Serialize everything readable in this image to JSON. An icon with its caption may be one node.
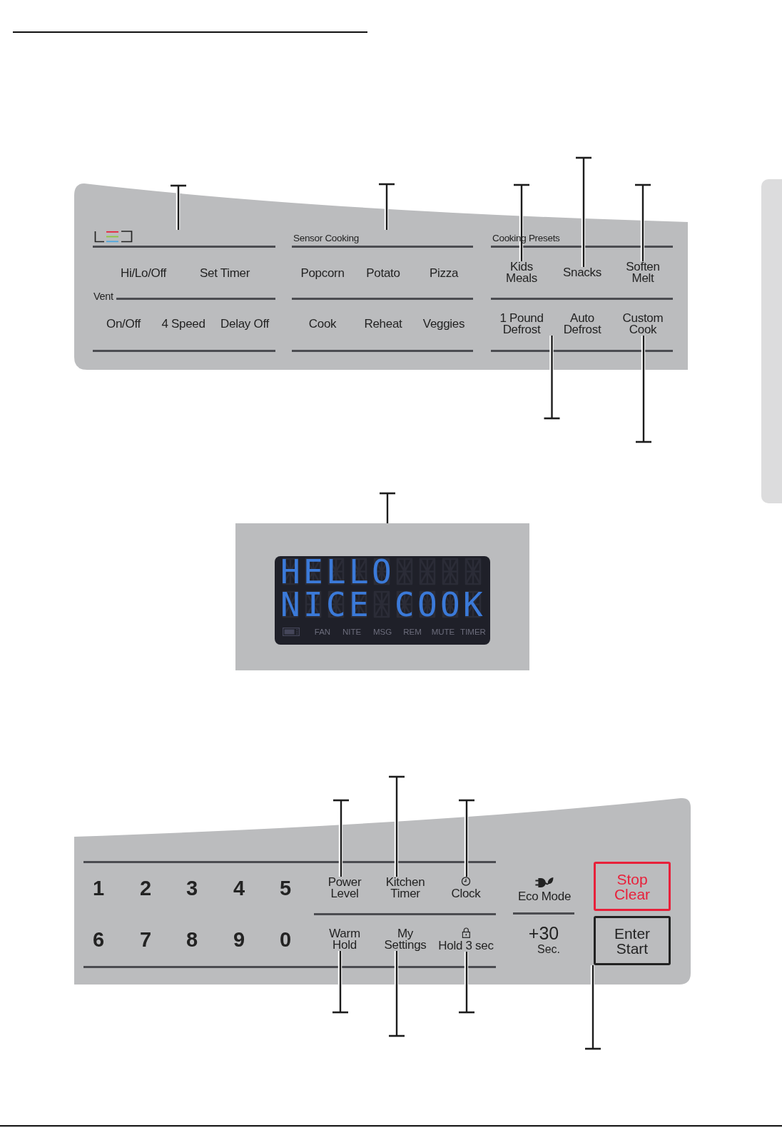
{
  "diagram": {
    "nodes": [
      {
        "text": [],
        "shape": "box"
      },
      {
        "text": [],
        "shape": "band",
        "in": 0
      },
      {
        "text": [
          "Hi/Lo/Off"
        ],
        "in": 1
      },
      {
        "text": [
          "Set Timer"
        ],
        "in": 1
      },
      {
        "text": [
          "On/Off"
        ],
        "in": 1
      },
      {
        "text": [
          "4 Speed"
        ],
        "in": 1
      },
      {
        "text": [
          "Delay Off"
        ],
        "in": 1
      },
      {
        "text": [
          "Sensor Cooking"
        ],
        "in": 0
      },
      {
        "text": [
          "Popcorn"
        ],
        "in": 7
      },
      {
        "text": [
          "Potato"
        ],
        "in": 7
      },
      {
        "text": [
          "Pizza"
        ],
        "in": 7
      },
      {
        "text": [
          "Cook"
        ],
        "in": 7
      },
      {
        "text": [
          "Reheat"
        ],
        "in": 7
      },
      {
        "text": [
          "Veggies"
        ],
        "in": 7
      },
      {
        "text": [
          "Cooking Presets"
        ],
        "in": 0
      },
      {
        "text": [
          "Kids Meals"
        ],
        "in": 14
      },
      {
        "text": [
          "Snacks"
        ],
        "in": 14
      },
      {
        "text": [
          "Soften Melt"
        ],
        "in": 14
      },
      {
        "text": [
          "1 Pound Defrost"
        ],
        "in": 14
      },
      {
        "text": [
          "Auto Defrost"
        ],
        "in": 14
      },
      {
        "text": [
          "Custom Cook"
        ],
        "in": 14
      },
      {
        "text": [],
        "shape": "box"
      },
      {
        "text": [
          "HELLO",
          "NICE COOK",
          "FAN",
          "NITE",
          "MSG",
          "REM",
          "MUTE",
          "TIMER"
        ],
        "in": 21
      },
      {
        "text": [],
        "shape": "box"
      },
      {
        "text": [
          "1"
        ],
        "in": 23
      },
      {
        "text": [
          "2"
        ],
        "in": 23
      },
      {
        "text": [
          "3"
        ],
        "in": 23
      },
      {
        "text": [
          "4"
        ],
        "in": 23
      },
      {
        "text": [
          "5"
        ],
        "in": 23
      },
      {
        "text": [
          "Power Level"
        ],
        "in": 23
      },
      {
        "text": [
          "Kitchen Timer"
        ],
        "in": 23
      },
      {
        "text": [
          "Clock"
        ],
        "in": 23
      },
      {
        "text": [
          "Eco Mode"
        ],
        "in": 23
      },
      {
        "text": [
          "Stop Clear"
        ],
        "in": 23
      },
      {
        "text": [
          "6"
        ],
        "in": 23
      },
      {
        "text": [
          "7"
        ],
        "in": 23
      },
      {
        "text": [
          "8"
        ],
        "in": 23
      },
      {
        "text": [
          "9"
        ],
        "in": 23
      },
      {
        "text": [
          "0"
        ],
        "in": 23
      },
      {
        "text": [
          "Warm Hold"
        ],
        "in": 23
      },
      {
        "text": [
          "My Settings"
        ],
        "in": 23
      },
      {
        "text": [
          "Hold 3 sec"
        ],
        "in": 23
      },
      {
        "text": [
          "+30",
          "Sec."
        ],
        "in": 23
      },
      {
        "text": [
          "Enter Start"
        ],
        "in": 23
      }
    ],
    "edges": [
      {
        "from": null,
        "to": 1,
        "arrow": "other"
      },
      {
        "from": null,
        "to": 7,
        "arrow": "other"
      },
      {
        "from": null,
        "to": 15,
        "arrow": "other"
      },
      {
        "from": null,
        "to": 16,
        "arrow": "other"
      },
      {
        "from": null,
        "to": 17,
        "arrow": "other"
      },
      {
        "from": null,
        "to": 18,
        "arrow": "other"
      },
      {
        "from": null,
        "to": 19,
        "arrow": "other"
      },
      {
        "from": null,
        "to": 20,
        "arrow": "other"
      },
      {
        "from": null,
        "to": 21,
        "arrow": "other"
      },
      {
        "from": null,
        "to": 29,
        "arrow": "other"
      },
      {
        "from": null,
        "to": 30,
        "arrow": "other"
      },
      {
        "from": null,
        "to": 31,
        "arrow": "other"
      },
      {
        "from": null,
        "to": 39,
        "arrow": "other"
      },
      {
        "from": null,
        "to": 40,
        "arrow": "other"
      },
      {
        "from": null,
        "to": 41,
        "arrow": "other"
      },
      {
        "from": null,
        "to": 43,
        "arrow": "other"
      }
    ],
    "labels": [
      "Vent"
    ]
  }
}
